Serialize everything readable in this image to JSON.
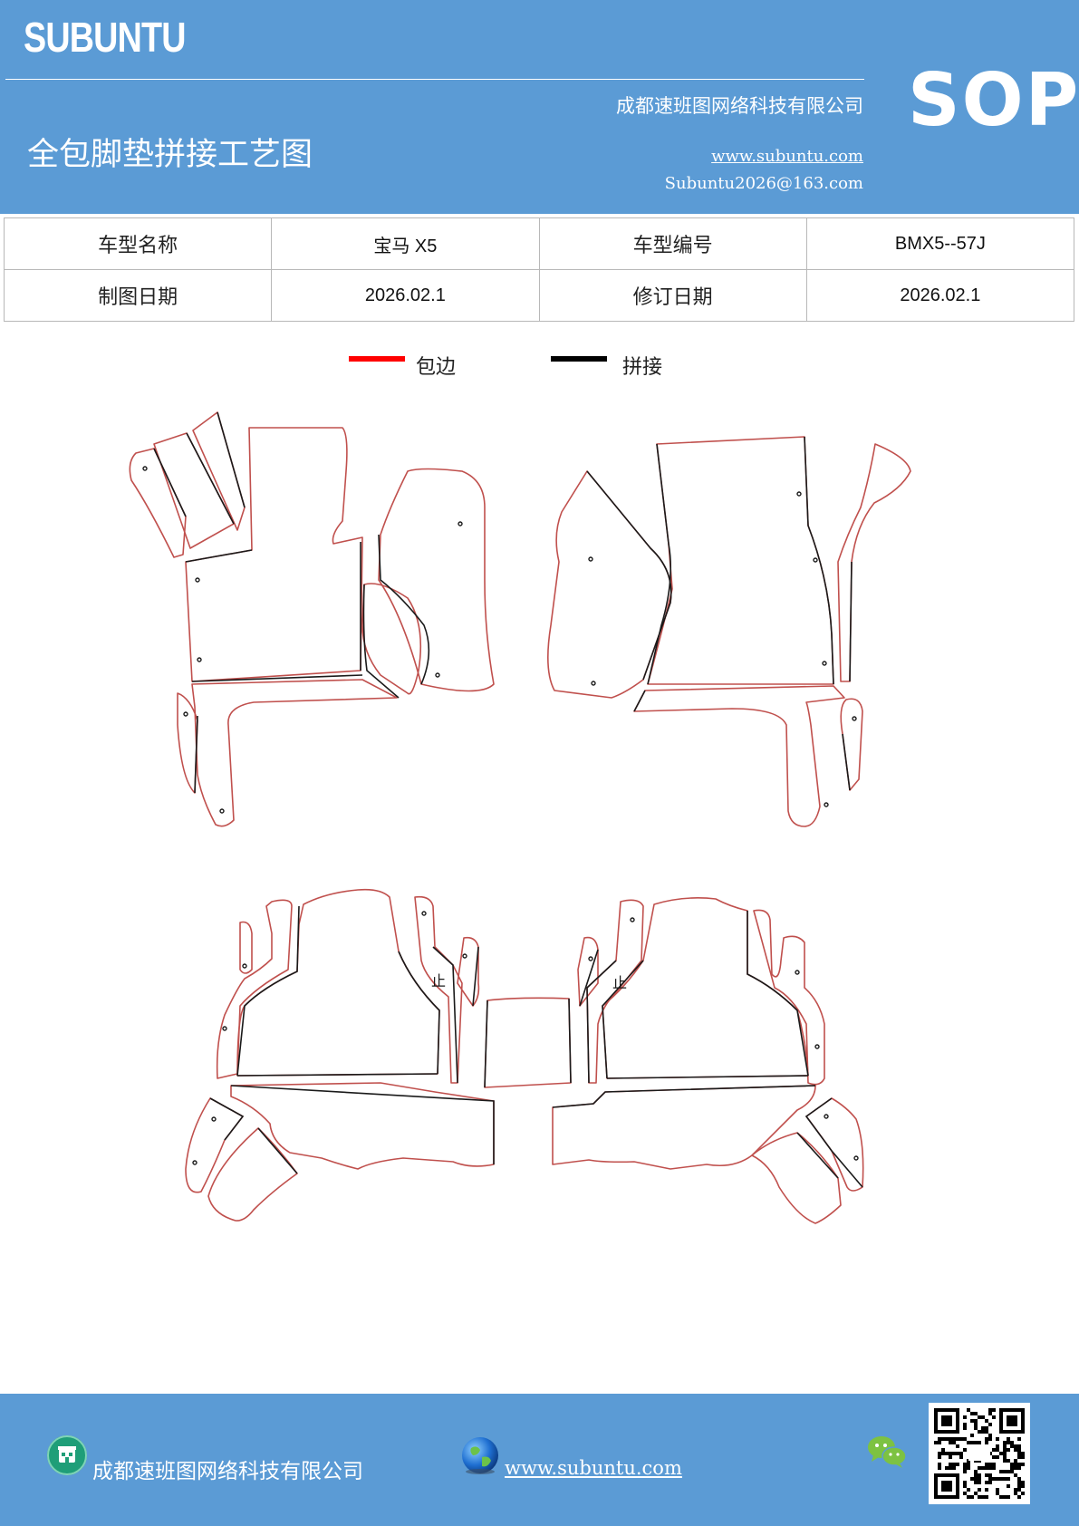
{
  "header": {
    "brand": "SUBUNTU",
    "company": "成都速班图网络科技有限公司",
    "title": "全包脚垫拼接工艺图",
    "website": "www.subuntu.com",
    "email": "Subuntu2026@163.com",
    "badge": "SOP"
  },
  "info": {
    "model_name_label": "车型名称",
    "model_name_value": "宝马 X5",
    "model_code_label": "车型编号",
    "model_code_value": "BMX5--57J",
    "draw_date_label": "制图日期",
    "draw_date_value": "2026.02.1",
    "revise_date_label": "修订日期",
    "revise_date_value": "2026.02.1"
  },
  "legend": {
    "edge_label": "包边",
    "edge_color": "#ff0000",
    "join_label": "拼接",
    "join_color": "#000000"
  },
  "drawing": {
    "outline_color": "#c0504d",
    "seam_color": "#1a1a1a",
    "label_stop": "止"
  },
  "footer": {
    "company": "成都速班图网络科技有限公司",
    "website": "www.subuntu.com ",
    "building_icon": "building-icon",
    "globe_icon": "globe-icon",
    "wechat_icon": "wechat-icon",
    "qr_icon": "qr-code"
  },
  "colors": {
    "header_bg": "#5b9bd5",
    "text_light": "#ffffff"
  }
}
